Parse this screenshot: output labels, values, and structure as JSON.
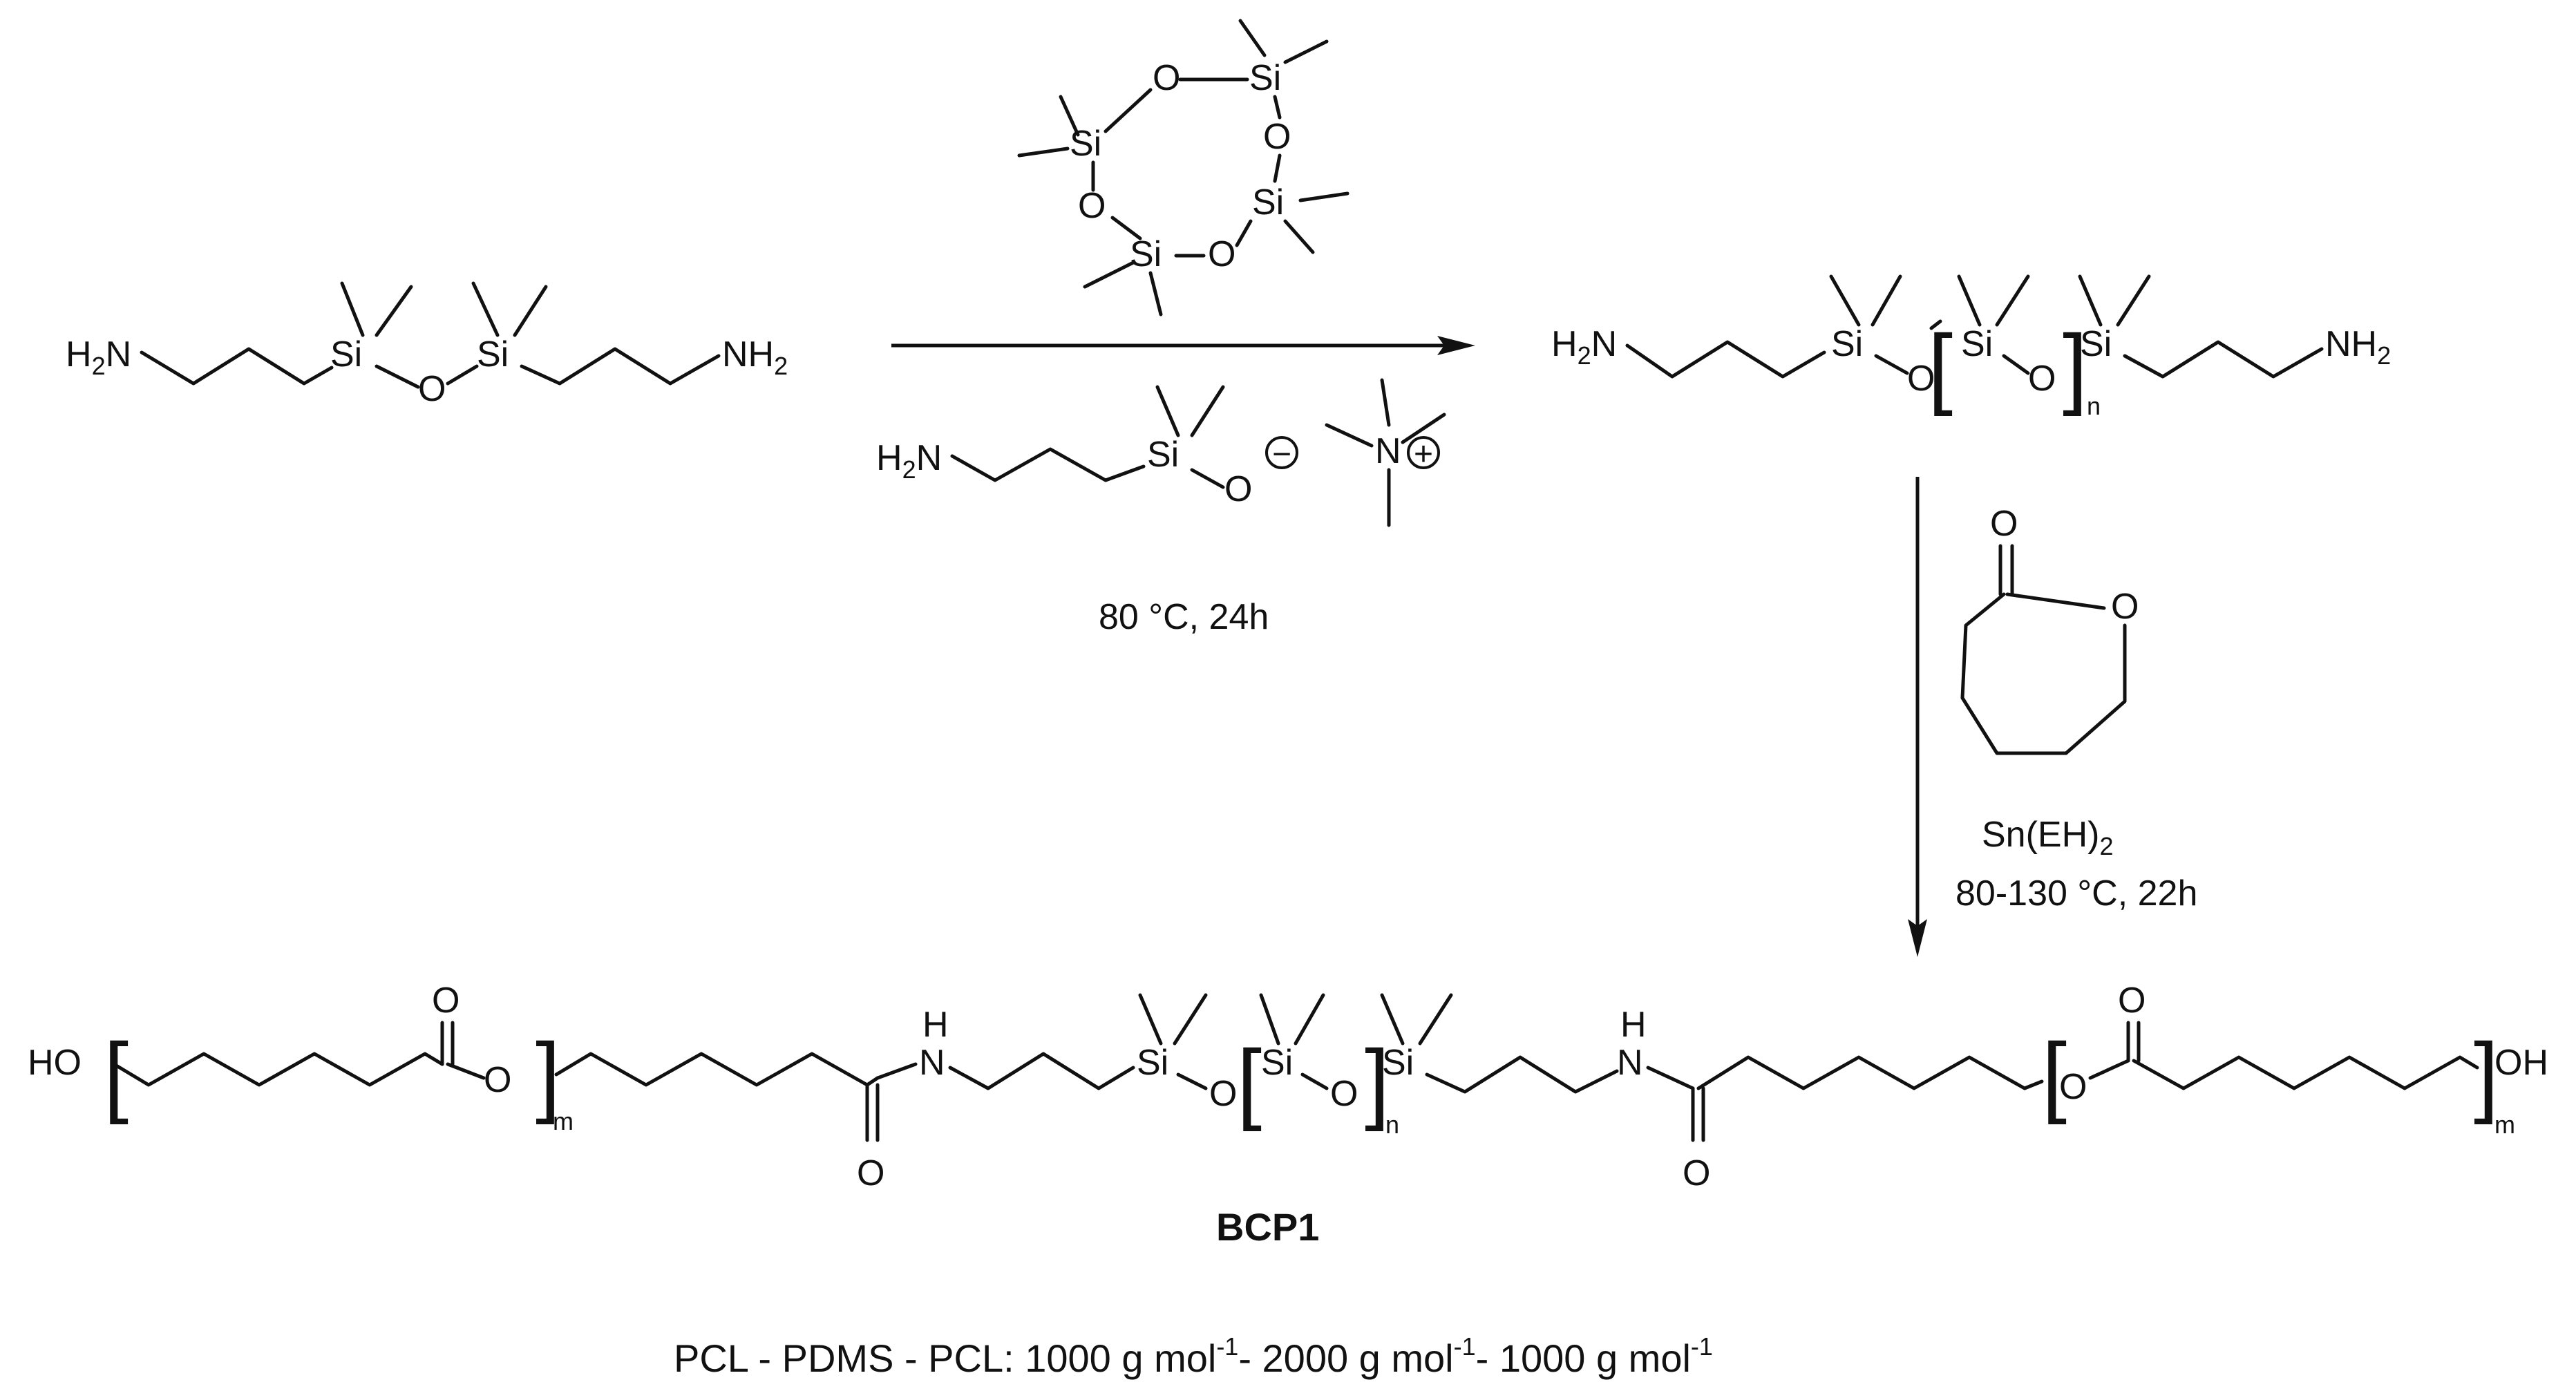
{
  "atoms": {
    "h2n": "H",
    "h2n_sub": "2",
    "n": "N",
    "nh2_sub": "2",
    "nh": "NH",
    "si": "Si",
    "o": "O",
    "ho": "HO",
    "oh": "OH",
    "h": "H",
    "minus": "−",
    "plus": "+"
  },
  "repeat": {
    "n": "n",
    "m": "m"
  },
  "conditions": {
    "step1": "80 °C, 24h",
    "catalyst": "Sn(EH)",
    "catalyst_sub": "2",
    "step2": "80-130 °C, 22h"
  },
  "product_label": "BCP1",
  "footer": {
    "text1": "PCL - PDMS - PCL: 1000 g mol",
    "exp1": "-1",
    "text2": "- 2000 g mol",
    "exp2": "-1",
    "text3": "- 1000 g mol",
    "exp3": "-1"
  }
}
